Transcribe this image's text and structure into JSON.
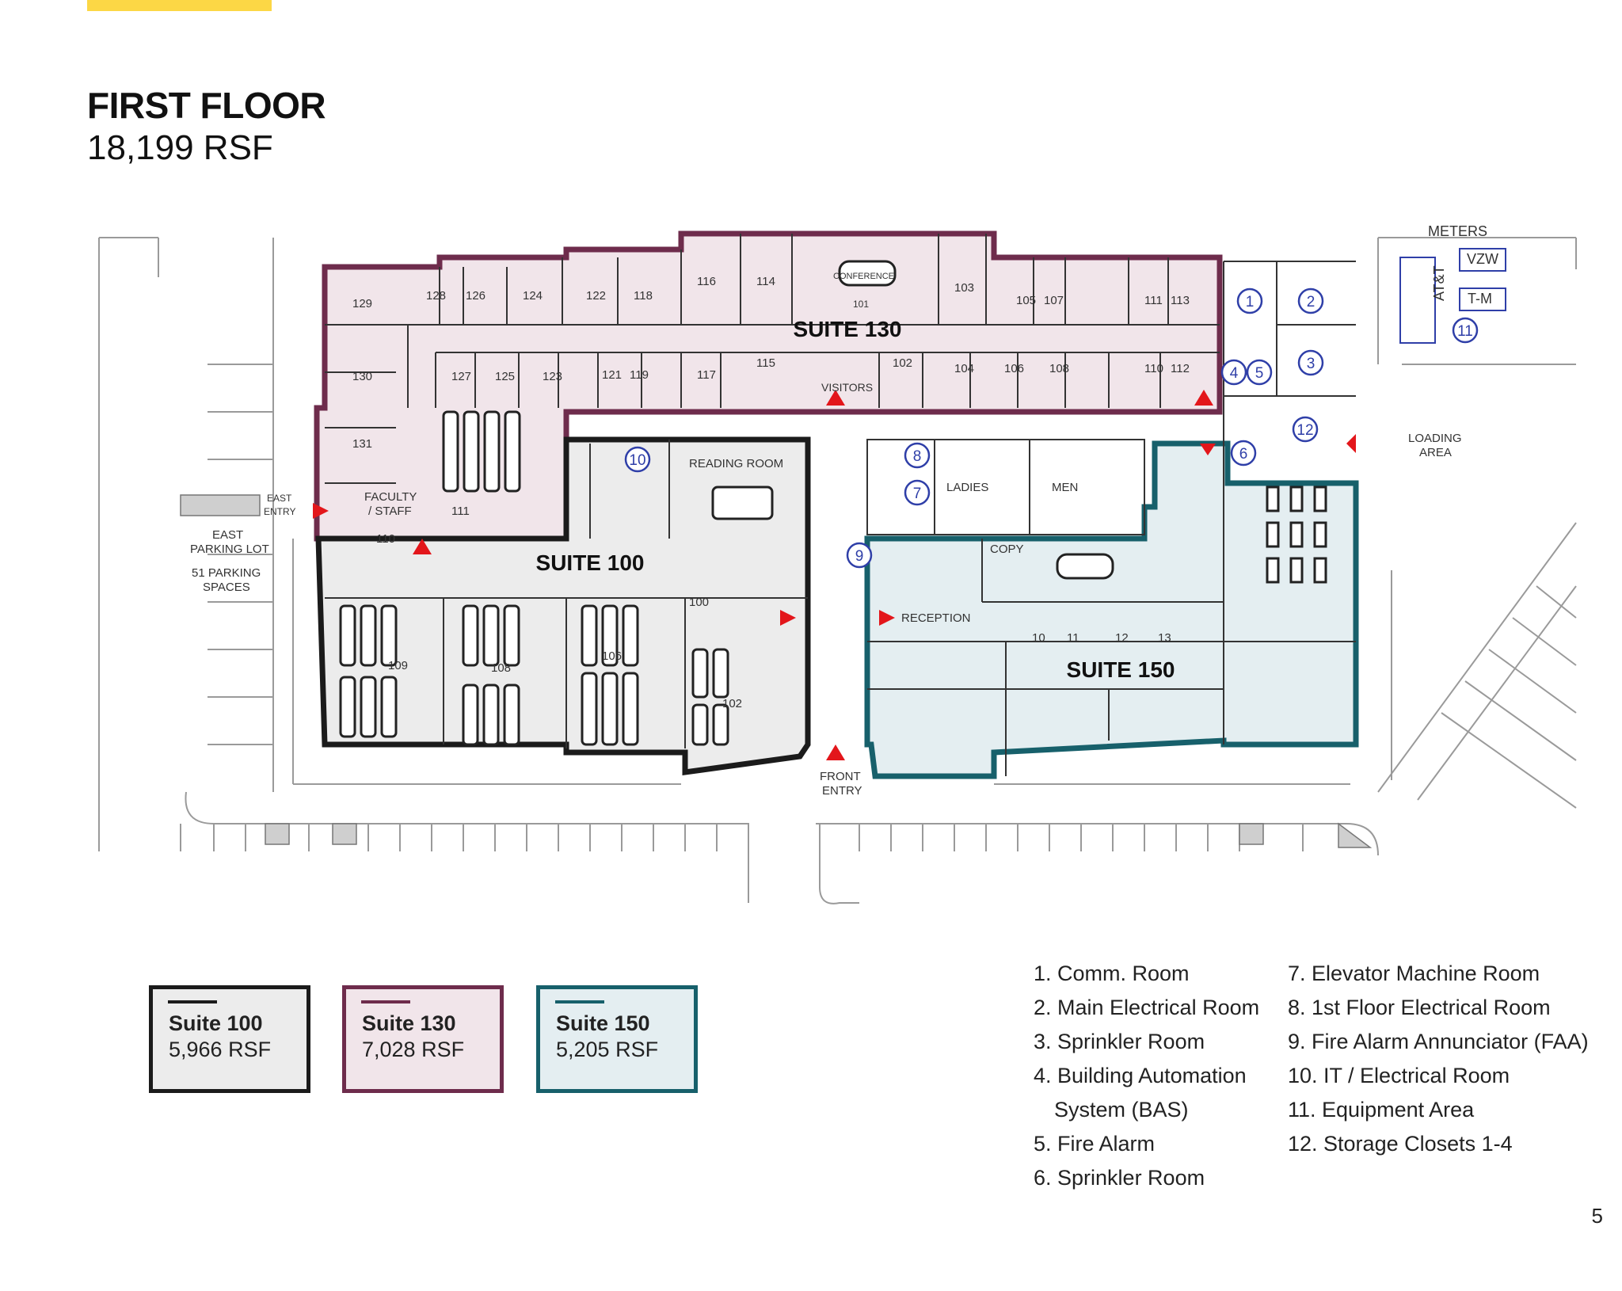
{
  "header": {
    "title": "FIRST FLOOR",
    "subtitle": "18,199 RSF"
  },
  "colors": {
    "accent": "#fcd745",
    "suite_100": "#1b1b1b",
    "suite_100_fill": "#ececec",
    "suite_130": "#6e2c4c",
    "suite_130_fill": "#f1e5ea",
    "suite_150": "#17606b",
    "suite_150_fill": "#e4eef1",
    "marker": "#e3161b",
    "callout": "#2f3fa8"
  },
  "plan": {
    "suites": [
      {
        "label": "SUITE 130"
      },
      {
        "label": "SUITE 100"
      },
      {
        "label": "SUITE 150"
      }
    ],
    "labels": {
      "meters": "METERS",
      "vzw": "VZW",
      "tm": "T-M",
      "att": "AT&T",
      "loading": "LOADING",
      "area": "AREA",
      "east": "EAST",
      "parking_lot": "PARKING LOT",
      "spaces_51": "51 PARKING",
      "spaces": "SPACES",
      "east_entry_1": "EAST",
      "east_entry_2": "ENTRY",
      "front": "FRONT",
      "entry": "ENTRY",
      "visitors": "VISITORS",
      "reading_room": "READING ROOM",
      "ladies": "LADIES",
      "men": "MEN",
      "copy": "COPY",
      "reception": "RECEPTION",
      "faculty": "FACULTY",
      "staff": "/ STAFF",
      "conference": "CONFERENCE",
      "r101": "101",
      "r129": "129",
      "r128": "128",
      "r126": "126",
      "r124": "124",
      "r122": "122",
      "r118": "118",
      "r116": "116",
      "r114": "114",
      "r103": "103",
      "r105": "105",
      "r107": "107",
      "r111": "111",
      "r113": "113",
      "r130": "130",
      "r127": "127",
      "r125": "125",
      "r123": "123",
      "r121": "121",
      "r119": "119",
      "r117": "117",
      "r115": "115",
      "r102": "102",
      "r104": "104",
      "r106": "106",
      "r108": "108",
      "r110": "110",
      "r112": "112",
      "r131": "131",
      "r111b": "111",
      "r110b": "110",
      "r109": "109",
      "r108b": "108",
      "r106b": "106",
      "r102b": "102",
      "r100": "100",
      "n10": "10",
      "n11": "11",
      "n12": "12",
      "n13": "13"
    },
    "callouts": [
      "1",
      "2",
      "3",
      "4",
      "5",
      "6",
      "7",
      "8",
      "9",
      "10",
      "11",
      "12"
    ]
  },
  "legend": [
    {
      "name": "Suite 100",
      "rsf": "5,966 RSF"
    },
    {
      "name": "Suite 130",
      "rsf": "7,028 RSF"
    },
    {
      "name": "Suite 150",
      "rsf": "5,205 RSF"
    }
  ],
  "key_left": [
    "1. Comm. Room",
    "2. Main Electrical Room",
    "3. Sprinkler Room",
    "4. Building Automation",
    "System (BAS)",
    "5. Fire Alarm",
    "6. Sprinkler Room"
  ],
  "key_right": [
    "7. Elevator Machine Room",
    "8. 1st Floor Electrical Room",
    "9. Fire Alarm Annunciator (FAA)",
    "10. IT / Electrical Room",
    "11. Equipment Area",
    "12. Storage Closets 1-4"
  ],
  "page_number": "5"
}
